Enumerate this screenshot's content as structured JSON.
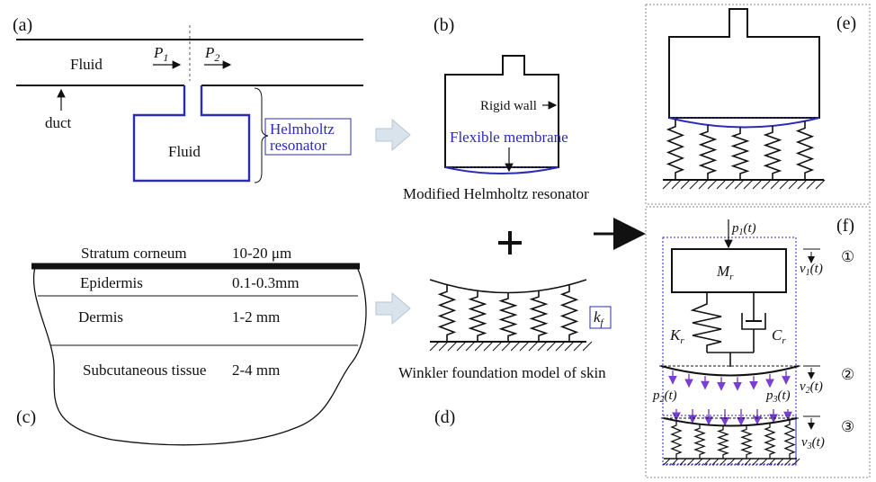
{
  "panels": {
    "a": {
      "tag": "(a)",
      "fluid_top": "Fluid",
      "p1": "P",
      "p1_sub": "1",
      "p2": "P",
      "p2_sub": "2",
      "duct": "duct",
      "fluid_bottom": "Fluid",
      "resonator_line1": "Helmholtz",
      "resonator_line2": "resonator"
    },
    "b": {
      "tag": "(b)",
      "rigid_wall": "Rigid wall",
      "flexible_membrane": "Flexible membrane",
      "caption": "Modified Helmholtz resonator"
    },
    "c": {
      "tag": "(c)",
      "layers": [
        {
          "name": "Stratum corneum",
          "thickness": "10-20 μm"
        },
        {
          "name": "Epidermis",
          "thickness": "0.1-0.3mm"
        },
        {
          "name": "Dermis",
          "thickness": "1-2 mm"
        },
        {
          "name": "Subcutaneous tissue",
          "thickness": "2-4 mm"
        }
      ]
    },
    "d": {
      "tag": "(d)",
      "kf": "k",
      "kf_sub": "f",
      "caption": "Winkler foundation model of skin"
    },
    "e": {
      "tag": "(e)"
    },
    "f": {
      "tag": "(f)",
      "p1": "p",
      "p1_sub": "1",
      "p1_arg": "(t)",
      "mass": "M",
      "mass_sub": "r",
      "v1": "v",
      "v1_sub": "1",
      "v1_arg": "(t)",
      "k": "K",
      "k_sub": "r",
      "c": "C",
      "c_sub": "r",
      "v2": "v",
      "v2_sub": "2",
      "v2_arg": "(t)",
      "p2": "p",
      "p2_sub": "2",
      "p2_arg": "(t)",
      "p3": "p",
      "p3_sub": "3",
      "p3_arg": "(t)",
      "v3": "v",
      "v3_sub": "3",
      "v3_arg": "(t)",
      "circle1": "①",
      "circle2": "②",
      "circle3": "③"
    }
  },
  "colors": {
    "accent_blue": "#2b2bb8",
    "arrow_purple": "#7b3fd0",
    "light_arrow": "#d8e3ec"
  }
}
